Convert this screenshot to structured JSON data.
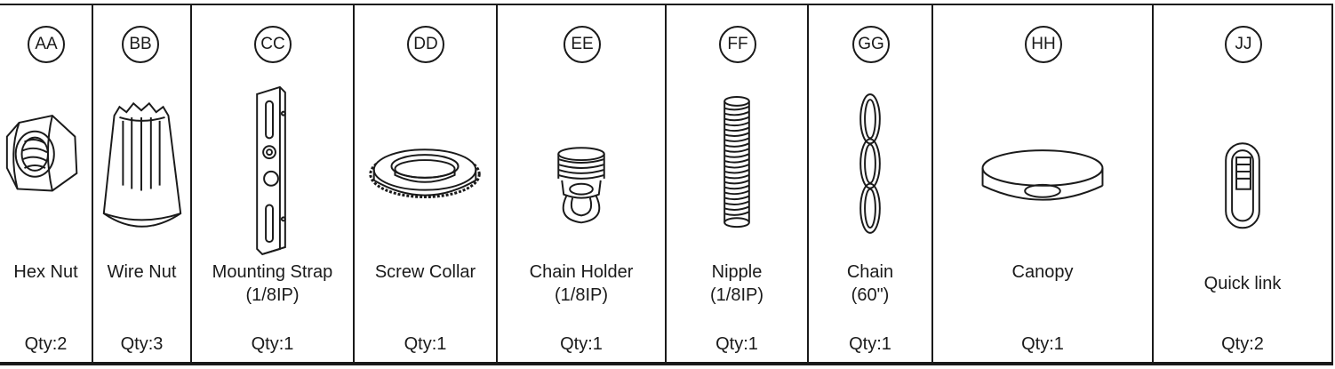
{
  "parts": [
    {
      "code": "AA",
      "name": "Hex Nut",
      "spec": "",
      "qty": "Qty:2",
      "icon": "hex-nut-icon"
    },
    {
      "code": "BB",
      "name": "Wire Nut",
      "spec": "",
      "qty": "Qty:3",
      "icon": "wire-nut-icon"
    },
    {
      "code": "CC",
      "name": "Mounting Strap",
      "spec": "(1/8IP)",
      "qty": "Qty:1",
      "icon": "mounting-strap-icon"
    },
    {
      "code": "DD",
      "name": "Screw Collar",
      "spec": "",
      "qty": "Qty:1",
      "icon": "screw-collar-icon"
    },
    {
      "code": "EE",
      "name": "Chain Holder",
      "spec": "(1/8IP)",
      "qty": "Qty:1",
      "icon": "chain-holder-icon"
    },
    {
      "code": "FF",
      "name": "Nipple",
      "spec": "(1/8IP)",
      "qty": "Qty:1",
      "icon": "nipple-icon"
    },
    {
      "code": "GG",
      "name": "Chain",
      "spec": "(60\")",
      "qty": "Qty:1",
      "icon": "chain-icon"
    },
    {
      "code": "HH",
      "name": "Canopy",
      "spec": "",
      "qty": "Qty:1",
      "icon": "canopy-icon"
    },
    {
      "code": "JJ",
      "name": "Quick link",
      "spec": "",
      "qty": "Qty:2",
      "icon": "quick-link-icon"
    }
  ],
  "colors": {
    "ink": "#1a1a1a",
    "background": "#ffffff"
  }
}
